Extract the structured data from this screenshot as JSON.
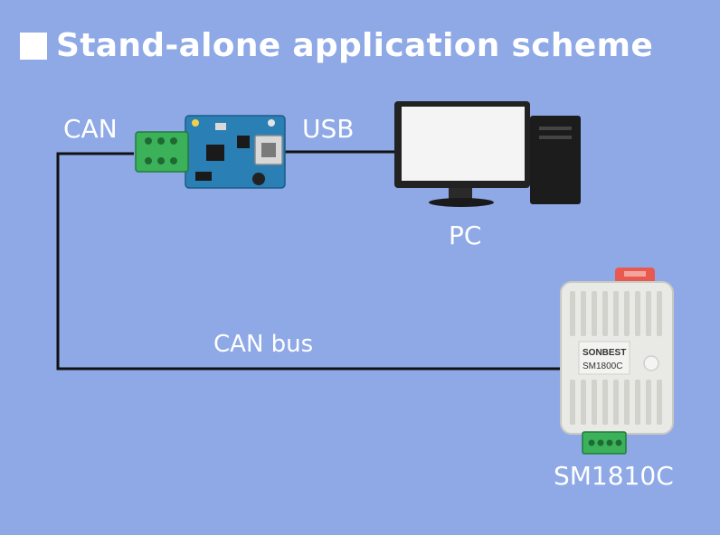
{
  "title": "Stand-alone application scheme",
  "labels": {
    "can": "CAN",
    "usb": "USB",
    "pc": "PC",
    "can_bus": "CAN bus",
    "device_model": "SM1810C"
  },
  "sensor": {
    "brand": "SONBEST",
    "model": "SM1800C"
  },
  "colors": {
    "background": "#8ea9e6",
    "wire": "#111111",
    "text": "#ffffff",
    "pcb": "#2a7fb5",
    "terminal": "#3bb25a",
    "sensor_body": "#e9e9e6",
    "sensor_cap": "#e85a4f"
  }
}
